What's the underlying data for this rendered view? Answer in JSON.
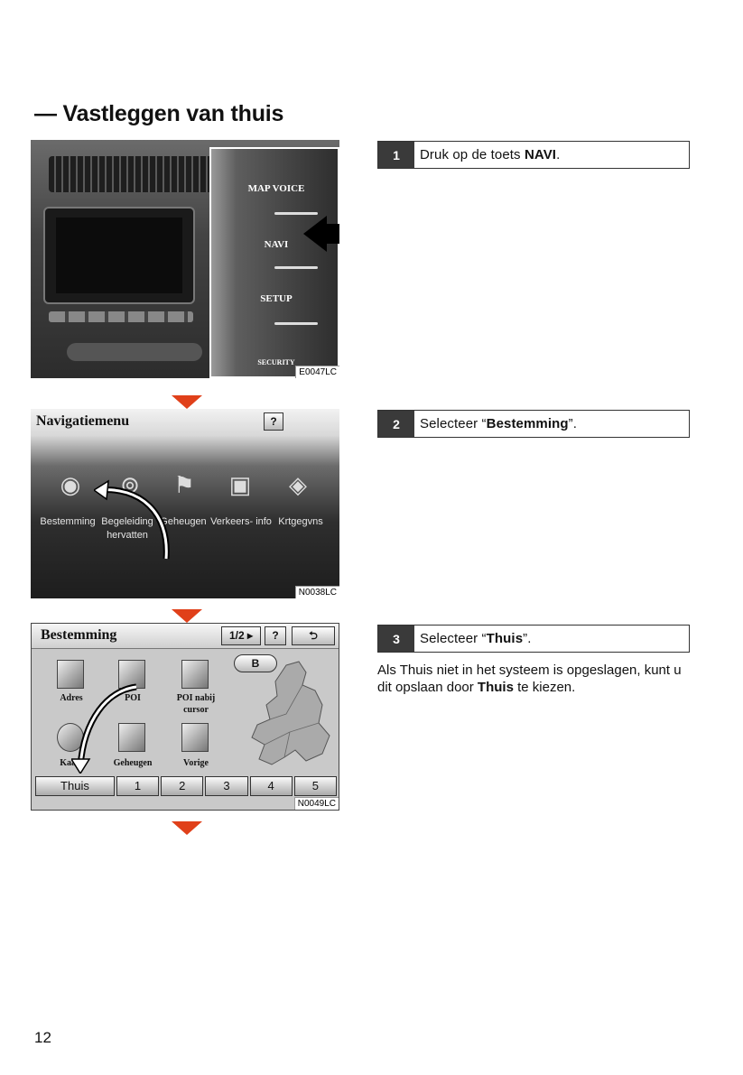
{
  "page_title": "— Vastleggen van thuis",
  "page_number": "12",
  "colors": {
    "step_number_bg": "#3a3a3a",
    "flow_arrow": "#e0401a"
  },
  "figure1": {
    "code": "E0047LC",
    "buttons": {
      "map_voice": "MAP VOICE",
      "navi": "NAVI",
      "setup": "SETUP",
      "security": "SECURITY"
    }
  },
  "figure2": {
    "code": "N0038LC",
    "title": "Navigatiemenu",
    "help": "?",
    "items": [
      {
        "label": "Bestemming"
      },
      {
        "label": "Begeleiding hervatten"
      },
      {
        "label": "Geheugen"
      },
      {
        "label": "Verkeers- info"
      },
      {
        "label": "Krtgegvns"
      }
    ]
  },
  "figure3": {
    "code": "N0049LC",
    "title": "Bestemming",
    "page_indicator": "1/2 ▸",
    "help": "?",
    "back": "⮌",
    "b_button": "B",
    "tiles": {
      "adres": "Adres",
      "poi": "POI",
      "poi_nabij": "POI nabij cursor",
      "kaart": "Kaart",
      "geheugen": "Geheugen",
      "vorige": "Vorige"
    },
    "bottom_buttons": [
      "Thuis",
      "1",
      "2",
      "3",
      "4",
      "5"
    ]
  },
  "steps": [
    {
      "num": "1",
      "text_pre": "Druk op de toets ",
      "text_bold": "NAVI",
      "text_post": "."
    },
    {
      "num": "2",
      "text_pre": "Selecteer “",
      "text_bold": "Bestemming",
      "text_post": "”."
    },
    {
      "num": "3",
      "text_pre": "Selecteer “",
      "text_bold": "Thuis",
      "text_post": "”."
    }
  ],
  "note": {
    "pre": "Als Thuis niet in het systeem is opgesla­gen, kunt u dit opslaan door ",
    "bold": "Thuis",
    "post": " te kie­zen."
  }
}
